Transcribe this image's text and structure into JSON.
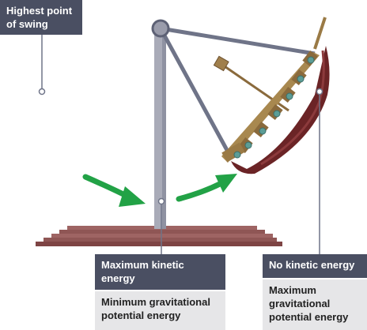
{
  "labels": {
    "highest_point": "Highest point of swing",
    "max_kinetic": "Maximum kinetic energy",
    "min_gravitational": "Minimum gravitational potential energy",
    "no_kinetic": "No kinetic energy",
    "max_gravitational": "Maximum gravitational potential energy"
  },
  "colors": {
    "label_dark": "#4a4f62",
    "label_light": "#e6e6e8",
    "arrow": "#22a246",
    "hull": "#6b2426",
    "deck": "#9a7a45",
    "base": "#8c5453",
    "pole": "#a9abb8"
  }
}
